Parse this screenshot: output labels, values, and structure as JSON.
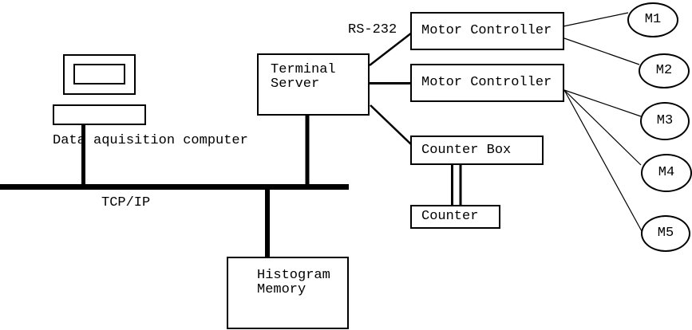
{
  "diagram": {
    "colors": {
      "background": "#ffffff",
      "stroke": "#000000",
      "text": "#000000"
    },
    "computer": {
      "caption": "Data aquisition computer"
    },
    "bus": {
      "label": "TCP/IP"
    },
    "serial": {
      "label": "RS-232"
    },
    "nodes": {
      "terminal_server": {
        "label": "Terminal\nServer"
      },
      "motor_controller_1": {
        "label": "Motor Controller"
      },
      "motor_controller_2": {
        "label": "Motor Controller"
      },
      "counter_box": {
        "label": "Counter Box"
      },
      "counter": {
        "label": "Counter"
      },
      "histogram_memory": {
        "label": "Histogram\nMemory"
      }
    },
    "motors": [
      {
        "label": "M1"
      },
      {
        "label": "M2"
      },
      {
        "label": "M3"
      },
      {
        "label": "M4"
      },
      {
        "label": "M5"
      }
    ]
  }
}
